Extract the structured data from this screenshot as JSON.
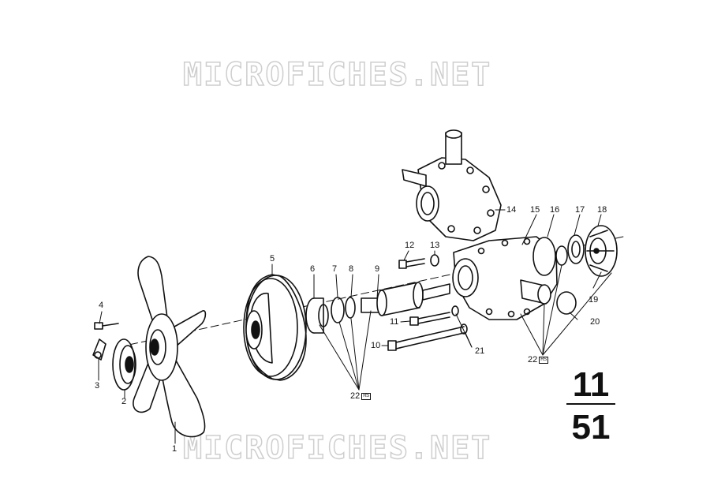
{
  "watermark": {
    "top_text": "MICROFICHES.NET",
    "bottom_text": "MICROFICHES.NET"
  },
  "group_number": {
    "main": "11",
    "sub": "51"
  },
  "callouts": [
    {
      "id": "c1",
      "text": "1"
    },
    {
      "id": "c2",
      "text": "2"
    },
    {
      "id": "c3",
      "text": "3"
    },
    {
      "id": "c4",
      "text": "4"
    },
    {
      "id": "c5",
      "text": "5"
    },
    {
      "id": "c6",
      "text": "6"
    },
    {
      "id": "c7",
      "text": "7"
    },
    {
      "id": "c8",
      "text": "8"
    },
    {
      "id": "c9",
      "text": "9"
    },
    {
      "id": "c10",
      "text": "10"
    },
    {
      "id": "c11",
      "text": "11"
    },
    {
      "id": "c12",
      "text": "12"
    },
    {
      "id": "c13",
      "text": "13"
    },
    {
      "id": "c14",
      "text": "14"
    },
    {
      "id": "c15",
      "text": "15"
    },
    {
      "id": "c16",
      "text": "16"
    },
    {
      "id": "c17",
      "text": "17"
    },
    {
      "id": "c18",
      "text": "18"
    },
    {
      "id": "c19",
      "text": "19"
    },
    {
      "id": "c20",
      "text": "20"
    },
    {
      "id": "c21",
      "text": "21"
    },
    {
      "id": "c22a",
      "text": "22"
    },
    {
      "id": "c22b",
      "text": "22"
    }
  ],
  "badge_text": "RS"
}
